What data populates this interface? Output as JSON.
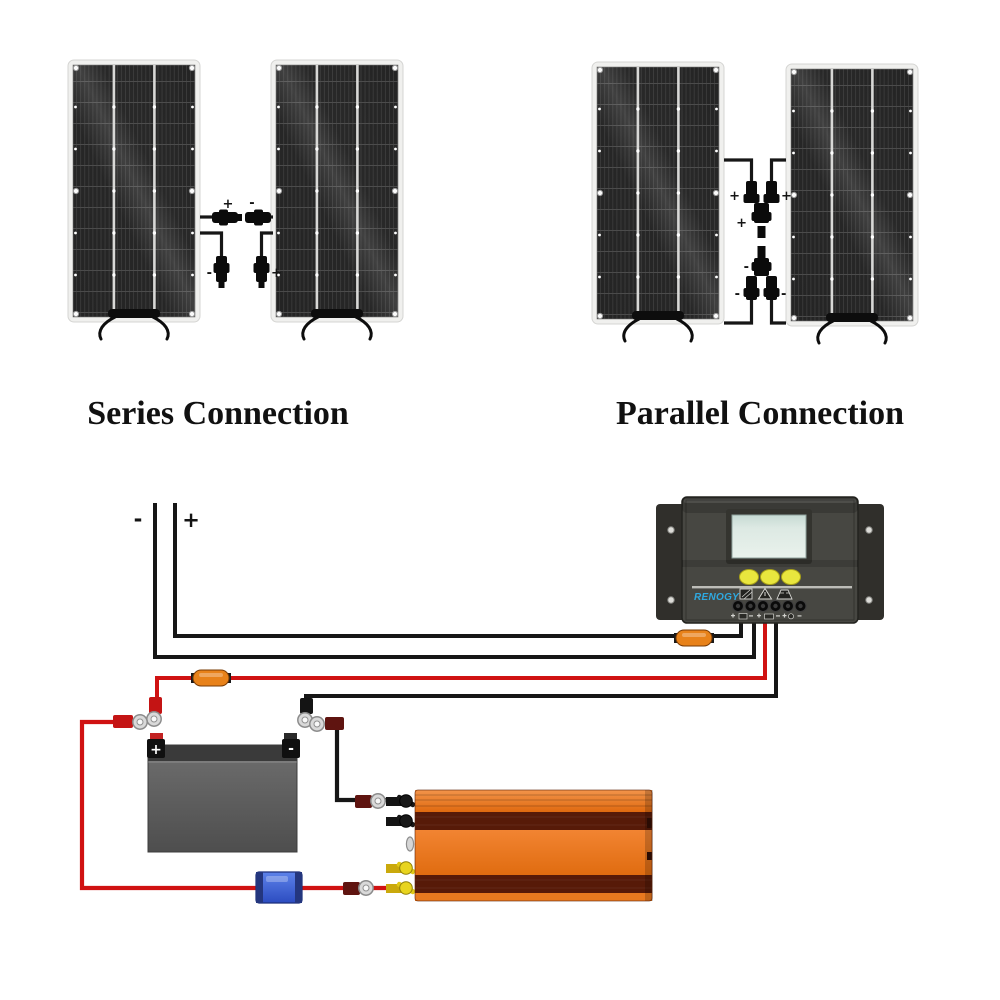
{
  "headings": {
    "series": "Series Connection",
    "parallel": "Parallel Connection"
  },
  "series_labels": {
    "male_plus": "+",
    "female_minus": "-",
    "output_minus": "-",
    "output_plus": "+"
  },
  "parallel_labels": {
    "input_left_plus": "+",
    "input_right_plus": "+",
    "combined_plus": "+",
    "combined_minus": "-",
    "input_left_minus": "-",
    "input_right_minus": "-"
  },
  "feed_labels": {
    "minus": "-",
    "plus": "+"
  },
  "controller": {
    "brand": "RENOGY"
  },
  "battery": {
    "positive": "+",
    "negative": "-"
  },
  "colors": {
    "wire_red": "#d01212",
    "wire_black": "#161616",
    "fuse_orange": "#e8821a",
    "fuse_blue": "#3a5cd0",
    "inverter_orange": "#ee7c1d",
    "inverter_stripe": "#571a08",
    "controller_body": "#474742",
    "renogy_cyan": "#2fa9e0",
    "button_yellow": "#e9e63e",
    "terminal_yellow": "#e8d41e",
    "lcd_green": "#d7e7e0",
    "battery_gray": "#5f5f5f"
  }
}
